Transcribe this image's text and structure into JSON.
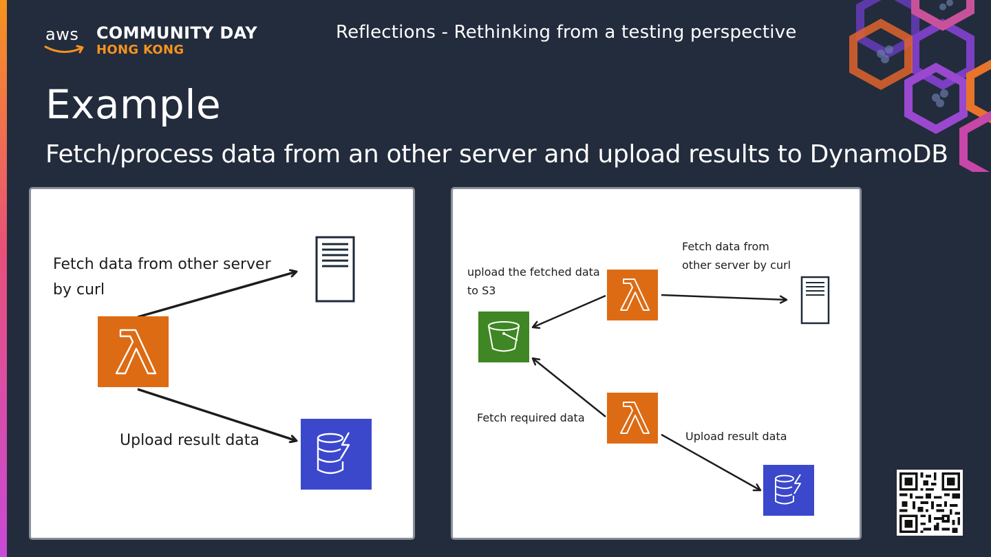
{
  "header": {
    "logo_aws": "aws",
    "logo_line1": "COMMUNITY DAY",
    "logo_line2": "HONG KONG",
    "title": "Reflections - Rethinking from a testing perspective"
  },
  "slide": {
    "title": "Example",
    "subtitle": "Fetch/process data from an other server and upload results to DynamoDB"
  },
  "left_diagram": {
    "label_fetch_line1": "Fetch data from other server",
    "label_fetch_line2": "by curl",
    "label_upload": "Upload result data",
    "icons": [
      "lambda-icon",
      "server-icon",
      "dynamodb-icon"
    ]
  },
  "right_diagram": {
    "label_upload_s3_line1": "upload the fetched data",
    "label_upload_s3_line2": "to S3",
    "label_fetch_line1": "Fetch data from",
    "label_fetch_line2": "other server by curl",
    "label_fetch_required": "Fetch required data",
    "label_upload_result": "Upload result data",
    "icons": [
      "lambda-icon",
      "lambda-icon",
      "s3-bucket-icon",
      "server-icon",
      "dynamodb-icon"
    ]
  },
  "colors": {
    "background": "#232c3c",
    "lambda": "#dd6b14",
    "dynamodb": "#3b48cc",
    "s3": "#3f8624",
    "aws_orange": "#f7931e"
  },
  "qr_code": {
    "icon": "qr-code-icon"
  }
}
